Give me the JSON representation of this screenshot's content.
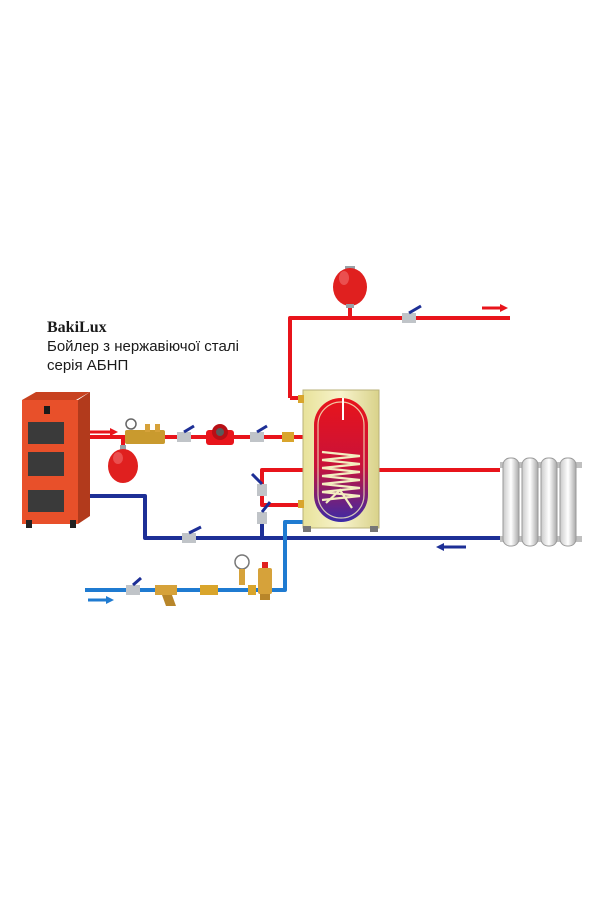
{
  "caption": {
    "brand": "BakiLux",
    "line1": "Бойлер з нержавіючої сталі",
    "line2": "серія АБНП"
  },
  "colors": {
    "hot_pipe": "#e8141b",
    "return_pipe": "#1d2f96",
    "cold_pipe": "#1f7bd1",
    "boiler_body": "#e8502a",
    "tank_shell": "#f0ecb0",
    "expansion_tank": "#e0201f"
  },
  "components": [
    "solid-fuel-boiler",
    "expansion-tank-heating",
    "circulation-pump",
    "indirect-water-heater",
    "expansion-tank-dhw",
    "radiator",
    "ball-valve",
    "strainer-filter",
    "pressure-reducer",
    "safety-group"
  ]
}
